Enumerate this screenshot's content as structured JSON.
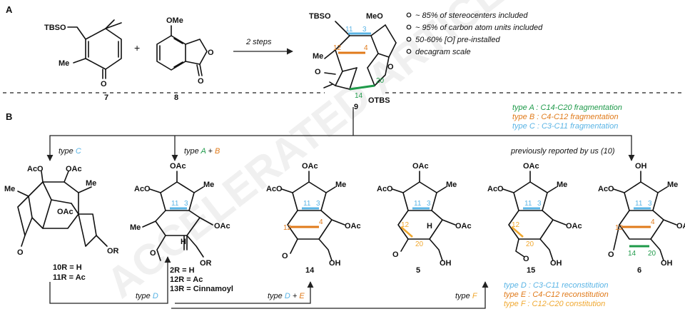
{
  "panel_labels": {
    "a": "A",
    "b": "B"
  },
  "reaction": {
    "reagent_7_label": "7",
    "reagent_8_label": "8",
    "plus": "+",
    "arrow_label": "2 steps",
    "product_9_label": "9",
    "groups_7": {
      "otbs": "TBSO",
      "me": "Me",
      "carbonyl_o": "O"
    },
    "groups_8": {
      "ome": "OMe",
      "carbonyl_o": "O",
      "ring_o": "O"
    },
    "groups_9": {
      "otbs_top": "TBSO",
      "ome": "MeO",
      "me": "Me",
      "o_ring": "O",
      "o_ketone": "O",
      "otbs_bottom": "OTBS"
    },
    "atom_numbers_9": {
      "c11": "11",
      "c3": "3",
      "c12": "12",
      "c4": "4",
      "c14": "14",
      "c20": "20"
    }
  },
  "bullets": [
    "~ 85% of stereocenters included",
    "~ 95% of carbon atom units included",
    "50-60% [O] pre-installed",
    "decagram scale"
  ],
  "fragmentation_legend": [
    {
      "text": "type A : C14-C20 fragmentation",
      "color": "#1f9a4a"
    },
    {
      "text": "type B : C4-C12 fragmentation",
      "color": "#e07a1a"
    },
    {
      "text": "type C : C3-C11 fragmentation",
      "color": "#5ab4e5"
    }
  ],
  "branch_labels": {
    "type_c": {
      "prefix": "type",
      "key": "C",
      "color": "#5ab4e5"
    },
    "type_ab": {
      "prefix": "type",
      "key_a": "A",
      "plus": "+",
      "key_b": "B",
      "color_a": "#1f9a4a",
      "color_b": "#e07a1a"
    },
    "previously": "previously reported by us (10)",
    "type_d": {
      "prefix": "type",
      "key": "D",
      "color": "#5ab4e5"
    },
    "type_de": {
      "prefix": "type",
      "key_d": "D",
      "plus": "+",
      "key_e": "E",
      "color_d": "#5ab4e5",
      "color_e": "#e07a1a"
    },
    "type_f": {
      "prefix": "type",
      "key": "F",
      "color": "#f0a830"
    }
  },
  "compounds": {
    "c10": {
      "caption_1": "10R = H",
      "caption_2": "11R = Ac",
      "groups": {
        "oac1": "AcO",
        "oac2": "OAc",
        "me": "Me",
        "ome": "OAc",
        "or": "OR",
        "o": "O"
      }
    },
    "c2": {
      "caption_1": "2R = H",
      "caption_2": "12R = Ac",
      "caption_3": "13R = Cinnamoyl",
      "groups": {
        "oac_top": "OAc",
        "aco": "AcO",
        "me": "Me",
        "oac_r": "OAc",
        "h": "H",
        "or": "OR",
        "o": "O"
      }
    },
    "c14": {
      "caption": "14",
      "groups": {
        "oac_top": "OAc",
        "aco": "AcO",
        "me": "Me",
        "oac_r": "OAc",
        "oh": "OH",
        "o": "O"
      }
    },
    "c5": {
      "caption": "5",
      "groups": {
        "oac_top": "OAc",
        "aco": "AcO",
        "me": "Me",
        "oac_r": "OAc",
        "h": "H",
        "oh": "OH",
        "o": "O"
      }
    },
    "c15": {
      "caption": "15",
      "groups": {
        "oac_top": "OAc",
        "aco": "AcO",
        "me": "Me",
        "oac_r": "OAc",
        "oh": "OH",
        "o": "O"
      }
    },
    "c6": {
      "caption": "6",
      "groups": {
        "oh_top": "OH",
        "aco": "AcO",
        "me": "Me",
        "oac_r": "OAc",
        "oh": "OH",
        "o": "O"
      }
    }
  },
  "atom_numbers": {
    "n11": "11",
    "n3": "3",
    "n12": "12",
    "n4": "4",
    "n20": "20",
    "n14": "14"
  },
  "reconstitution_legend": [
    {
      "text": "type D : C3-C11 reconstitution",
      "color": "#5ab4e5"
    },
    {
      "text": "type E : C4-C12 reconstitution",
      "color": "#e07a1a"
    },
    {
      "text": "type F : C12-C20 constitution",
      "color": "#f0a830"
    }
  ],
  "watermark": "ACCELERATED ARTICLE PREVIEW"
}
